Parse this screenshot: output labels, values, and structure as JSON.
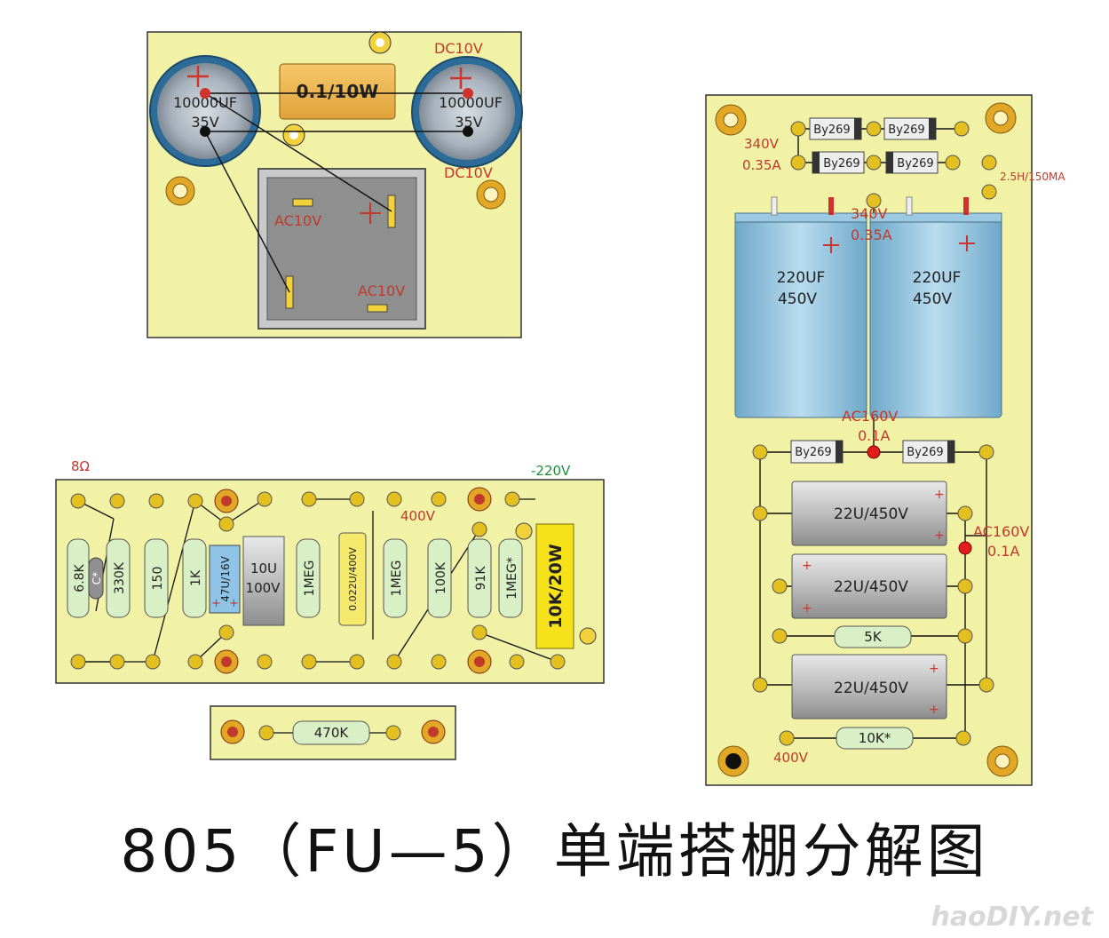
{
  "title": "805（FU—5）单端搭棚分解图",
  "watermark": "haoDIY.net",
  "board_top": {
    "resistor": "0.1/10W",
    "cap_left": {
      "value": "10000UF",
      "voltage": "35V"
    },
    "cap_right": {
      "value": "10000UF",
      "voltage": "35V"
    },
    "label_dc_top": "DC10V",
    "label_dc_bottom": "DC10V",
    "label_ac_left": "AC10V",
    "label_ac_right": "AC10V"
  },
  "board_right": {
    "diodes": [
      "By269",
      "By269",
      "By269",
      "By269",
      "By269",
      "By269"
    ],
    "label_340v_a": "340V",
    "label_035a_a": "0.35A",
    "label_340v_b": "340V",
    "label_035a_b": "0.35A",
    "label_choke": "2.5H/150MA",
    "big_caps": [
      {
        "value": "220UF",
        "voltage": "450V"
      },
      {
        "value": "220UF",
        "voltage": "450V"
      }
    ],
    "label_ac160_a": "AC160V",
    "label_01a_a": "0.1A",
    "label_ac160_b": "AC160V",
    "label_01a_b": "0.1A",
    "filter_caps": [
      "22U/450V",
      "22U/450V",
      "22U/450V"
    ],
    "resistor_5k": "5K",
    "resistor_10k": "10K*",
    "label_400v": "400V"
  },
  "board_amp": {
    "label_8ohm": "8Ω",
    "label_neg220": "-220V",
    "label_400v": "400V",
    "components": [
      "6.8K",
      "C*",
      "330K",
      "150",
      "1K",
      "47U/16V",
      "10U",
      "100V",
      "1MEG",
      "0.022U/400V",
      "1MEG",
      "100K",
      "91K",
      "1MEG*",
      "10K/20W"
    ]
  },
  "board_small": {
    "resistor": "470K"
  }
}
